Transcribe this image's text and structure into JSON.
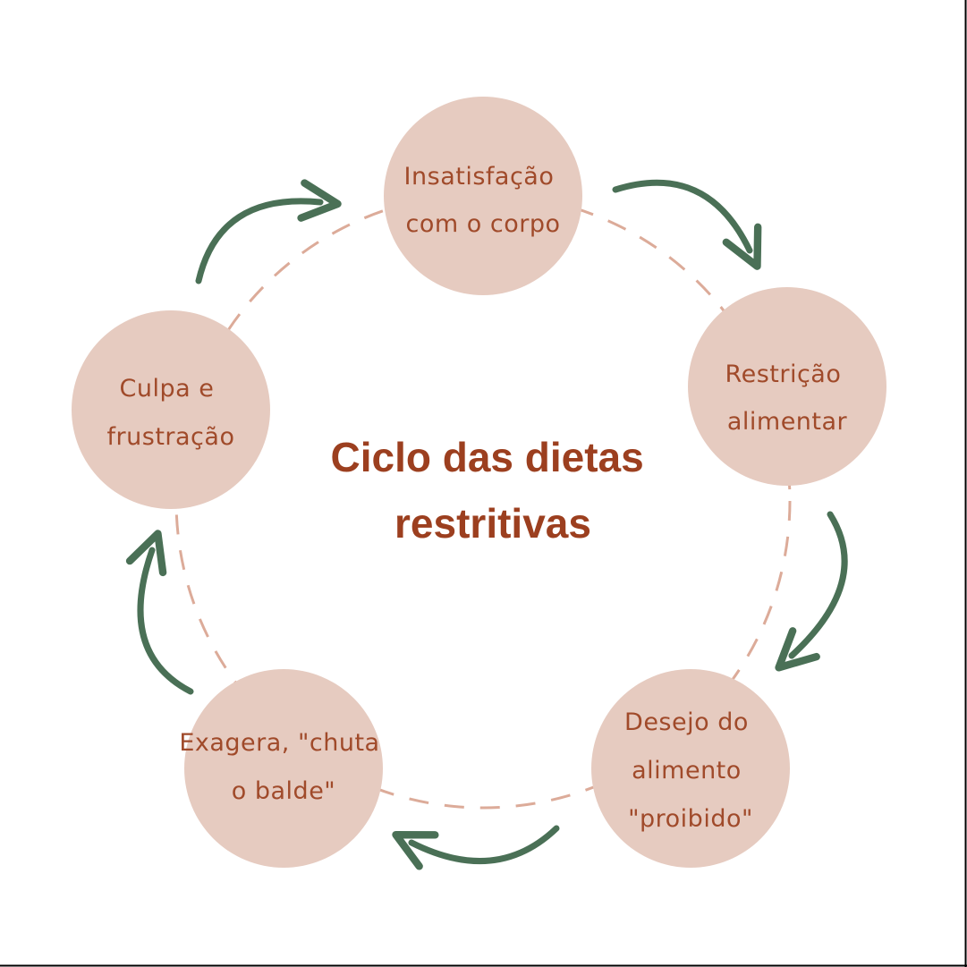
{
  "title": {
    "lines": [
      "Ciclo das dietas",
      "restritivas"
    ]
  },
  "nodes": [
    {
      "id": "insatisfacao",
      "lines": [
        "Insatisfação",
        "com o corpo"
      ]
    },
    {
      "id": "restricao",
      "lines": [
        "Restrição",
        "alimentar"
      ]
    },
    {
      "id": "desejo",
      "lines": [
        "Desejo do",
        "alimento",
        "\"proibido\""
      ]
    },
    {
      "id": "exagera",
      "lines": [
        "Exagera, \"chuta",
        "o balde\""
      ]
    },
    {
      "id": "culpa",
      "lines": [
        "Culpa e",
        "frustração"
      ]
    }
  ],
  "colors": {
    "background": "#ffffff",
    "circle_fill": "#e6cbc0",
    "node_text": "#a04a2a",
    "title_text": "#9c3f1f",
    "arrow": "#4a7056",
    "dashed_ring": "#dcab99",
    "frame": "#000000"
  },
  "icons": {
    "arrow": "curved-arrow-icon"
  }
}
